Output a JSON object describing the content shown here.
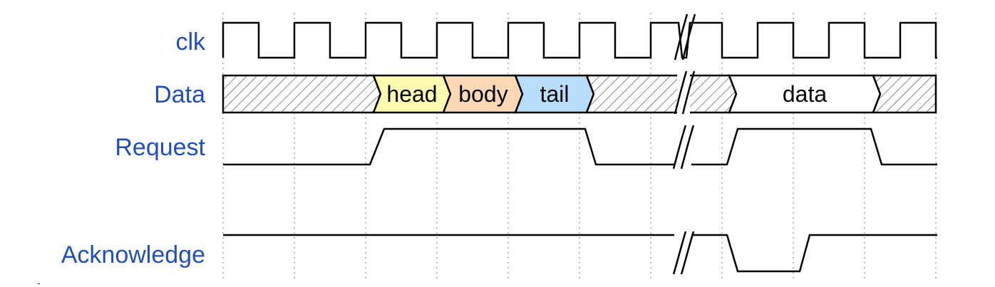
{
  "signals": [
    {
      "id": "clk",
      "label": "clk"
    },
    {
      "id": "data",
      "label": "Data"
    },
    {
      "id": "request",
      "label": "Request"
    },
    {
      "id": "acknowledge",
      "label": "Acknowledge"
    }
  ],
  "data_segments": [
    {
      "label": "head",
      "color": "#fdfbb0"
    },
    {
      "label": "body",
      "color": "#fcd9b4"
    },
    {
      "label": "tail",
      "color": "#b8dcfb"
    },
    {
      "label": "data",
      "color": "#ffffff"
    }
  ],
  "colors": {
    "label": "#1f4fbf",
    "line": "#000000",
    "grid": "#9a9a9a",
    "hatch": "#555555"
  },
  "has_time_break": true,
  "page_marks": {
    "dash": "-"
  }
}
